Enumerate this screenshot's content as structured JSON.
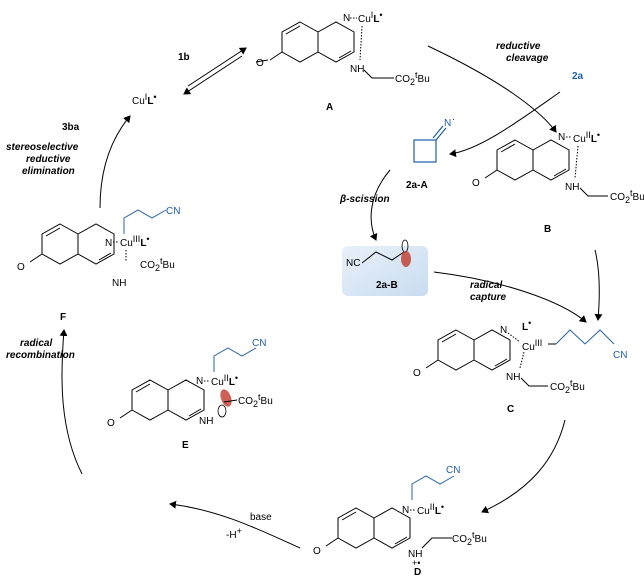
{
  "species": {
    "A": "A",
    "B": "B",
    "C": "C",
    "D": "D",
    "E": "E",
    "F": "F",
    "twoaA": "2a-A",
    "twoaB": "2a-B",
    "sub_1b": "1b",
    "sub_2a": "2a",
    "prod_3ba": "3ba",
    "cuI": "Cu",
    "cuI_sup": "I",
    "L": "L",
    "star": "•",
    "cuII_sup": "II",
    "cuIII_sup": "III",
    "CO2tBu": "CO",
    "t": "t",
    "Bu": "Bu",
    "two": "2",
    "NH": "NH",
    "N": "N",
    "CN": "CN",
    "NC": "NC",
    "NH_plus": "+•"
  },
  "steps": {
    "reductive_cleavage_1": "reductive",
    "reductive_cleavage_2": "cleavage",
    "beta_scission_1": "β",
    "beta_scission_2": "-scission",
    "radical_capture_1": "radical",
    "radical_capture_2": "capture",
    "radical_recomb_1": "radical",
    "radical_recomb_2": "recombination",
    "stereo_1": "stereoselective",
    "stereo_2": "reductive",
    "stereo_3": "elimination",
    "base": "base",
    "minus_H": "-H",
    "plus": "+"
  },
  "colors": {
    "accent_blue": "#1f5fa8",
    "highlight_box": "#d6e6f5",
    "orbital_red": "#c0392b"
  }
}
